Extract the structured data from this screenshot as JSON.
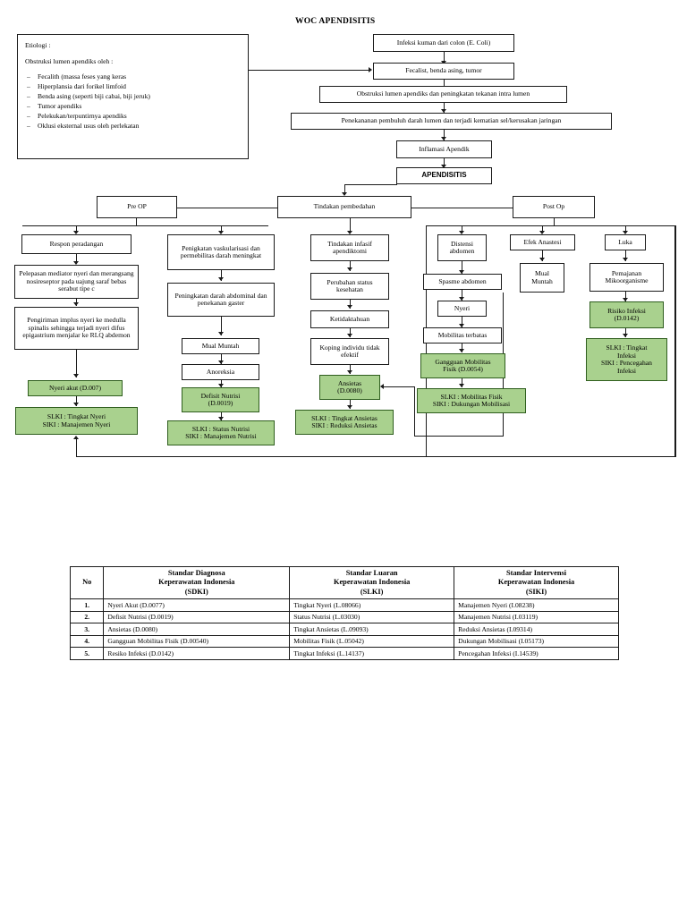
{
  "title": "WOC APENDISITIS",
  "etiologi": {
    "heading": "Etiologi :",
    "subheading": "Obstruksi lumen apendiks oleh :",
    "items": [
      "Fecalith (massa feses yang keras",
      "Hiperplansia dari forikel limfoid",
      "Benda asing (seperti biji cabai, biji jeruk)",
      "Tumor apendiks",
      "Pelekukan/terpuntirnya apendiks",
      "Oklusi eksternal usus oleh perlekatan"
    ]
  },
  "colors": {
    "diagnosis_green": "#a9d18e",
    "border": "#1a1a1a",
    "background": "#ffffff"
  },
  "flow": {
    "infeksi": "Infeksi kuman dari colon (E. Coli)",
    "fecalist": "Fecalist, benda asing, tumor",
    "obstruksi": "Obstruksi lumen apendiks dan peningkatan tekanan intra lumen",
    "penekanan": "Penekananan pembuluh darah lumen dan terjadi kematian sel/kerusakan jaringan",
    "inflamasi": "Inflamasi Apendik",
    "apendisitis": "APENDISITIS",
    "pre_op": "Pre OP",
    "tindakan_pembedahan": "Tindakan pembedahan",
    "post_op": "Post Op",
    "col1": {
      "respon": "Respon peradangan",
      "pelepasan": "Pelepasan mediator nyeri dan merangsang nosireseptor pada uajung saraf bebas serabut tipe c",
      "pengiriman": "Pengiriman implus nyeri ke medulla spinalis sehingga terjadi nyeri difus epigastrium menjalar ke RLQ abdemon",
      "diagnosa": "Nyeri akut (D.007)",
      "slki_siki": "SLKI : Tingkat Nyeri\nSIKI : Manajemen Nyeri"
    },
    "col2": {
      "penigkatan": "Penigkatan vaskularisasi dan permebilitas darah meningkat",
      "peningkatan_darah": "Peningkatan darah abdominal dan penekanan gaster",
      "mual_muntah": "Mual Muntah",
      "anoreksia": "Anoreksia",
      "diagnosa": "Defisit Nutrisi\n(D.0019)",
      "slki_siki": "SLKI : Status Nutrisi\nSIKI : Manajemen Nutrisi"
    },
    "col3": {
      "tindakan_infasif": "Tindakan infasif apendiktomi",
      "perubahan": "Perubahan status kesehatan",
      "ketidaktahuan": "Ketidaktahuan",
      "koping": "Koping individu tidak efektif",
      "diagnosa": "Ansietas\n(D.0080)",
      "slki_siki": "SLKI : Tingkat Ansietas\nSIKI : Reduksi Ansietas"
    },
    "col4": {
      "distensi": "Distensi abdomen",
      "spasme": "Spasme abdomen",
      "nyeri": "Nyeri",
      "mobilitas": "Mobilitas terbatas",
      "diagnosa": "Gangguan Mobilitas\nFisik (D.0054)",
      "slki_siki": "SLKI : Mobilitas Fisik\nSIKI : Dukungan Mobilisasi"
    },
    "col5": {
      "efek_anastesi": "Efek Anastesi",
      "mual_muntah": "Mual\nMuntah"
    },
    "col6": {
      "luka": "Luka",
      "pemajanan": "Pemajanan Mikoorganisme",
      "diagnosa": "Risiko Infeksi\n(D.0142)",
      "slki_siki": "SLKI : Tingkat\nInfeksi\nSIKI : Pencegahan\nInfeksi"
    }
  },
  "table": {
    "headers": [
      "No",
      "Standar Diagnosa\nKeperawatan Indonesia\n(SDKI)",
      "Standar Luaran\nKeperawatan Indonesia\n(SLKI)",
      "Standar Intervensi\nKeperawatan Indonesia\n(SIKI)"
    ],
    "rows": [
      {
        "no": "1.",
        "sdki": "Nyeri Akut (D.0077)",
        "slki": "Tingkat Nyeri (L.08066)",
        "siki": "Manajemen Nyeri (I.08238)"
      },
      {
        "no": "2.",
        "sdki": "Defisit Nutrisi (D.0019)",
        "slki": "Status Nutrisi (L.03030)",
        "siki": "Manajemen Nutrisi (I.03119)"
      },
      {
        "no": "3.",
        "sdki": "Ansietas (D.0080)",
        "slki": "Tingkat Ansietas (L.09093)",
        "siki": "Reduksi Ansietas (I.09314)"
      },
      {
        "no": "4.",
        "sdki": "Gangguan Mobilitas Fisik (D.00540)",
        "slki": "Mobilitas Fisik (L.05042)",
        "siki": "Dukungan Mobilisasi (I.05173)"
      },
      {
        "no": "5.",
        "sdki": "Resiko Infeksi (D.0142)",
        "slki": "Tingkat Infeksi (L.14137)",
        "siki": "Pencegahan Infeksi (I.14539)"
      }
    ]
  }
}
